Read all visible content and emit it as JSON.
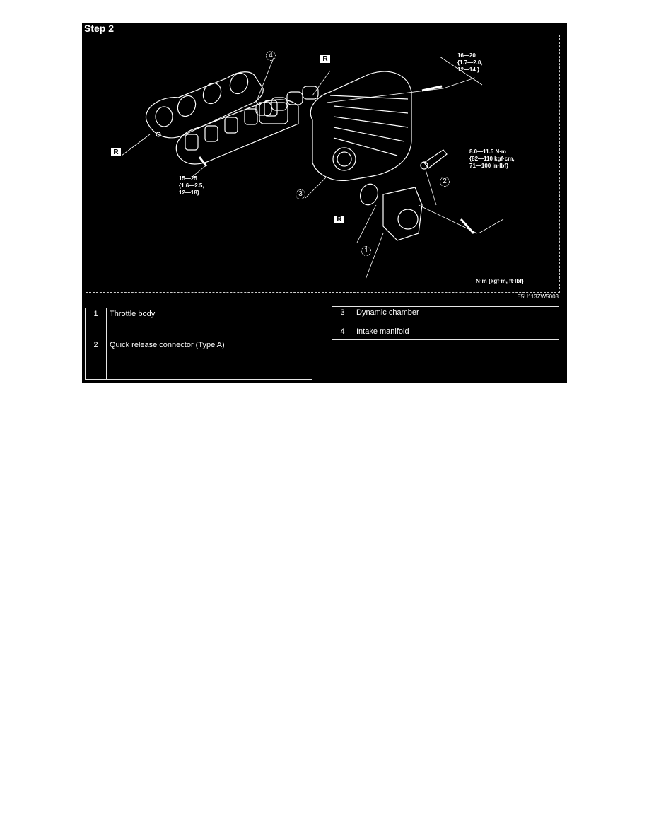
{
  "step": {
    "title": "Step 2"
  },
  "diagram": {
    "figure_id": "E5U113ZW5003",
    "units_note": "N·m {kgf·m, ft·lbf}",
    "replace_marker": "R",
    "callouts": [
      "1",
      "2",
      "3",
      "4"
    ],
    "torque_specs": [
      {
        "id": "upper-right",
        "text": "16—20\n{1.7—2.0,\n12—14 }"
      },
      {
        "id": "throttle-body",
        "text": "8.0—11.5 N·m\n{82—110 kgf·cm,\n71—100 in·lbf}"
      },
      {
        "id": "manifold",
        "text": "15—25\n{1.6—2.5,\n12—18}"
      }
    ]
  },
  "legend": {
    "left": [
      {
        "num": "1",
        "label": "Throttle body"
      },
      {
        "num": "2",
        "label": "Quick release connector (Type A)"
      }
    ],
    "right": [
      {
        "num": "3",
        "label": "Dynamic chamber"
      },
      {
        "num": "4",
        "label": "Intake manifold"
      }
    ]
  }
}
